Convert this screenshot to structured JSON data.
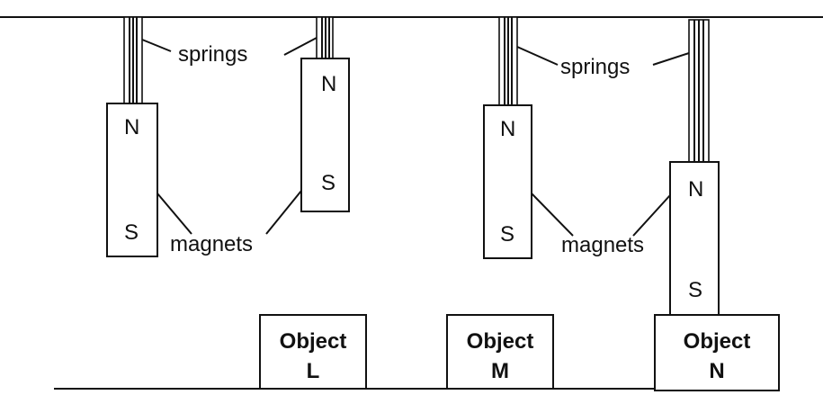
{
  "labels": {
    "springs_left": "springs",
    "springs_right": "springs",
    "magnets_left": "magnets",
    "magnets_right": "magnets"
  },
  "magnets": [
    {
      "north": "N",
      "south": "S"
    },
    {
      "north": "N",
      "south": "S"
    },
    {
      "north": "N",
      "south": "S"
    },
    {
      "north": "N",
      "south": "S"
    }
  ],
  "objects": [
    {
      "line1": "Object",
      "line2": "L"
    },
    {
      "line1": "Object",
      "line2": "M"
    },
    {
      "line1": "Object",
      "line2": "N"
    }
  ]
}
